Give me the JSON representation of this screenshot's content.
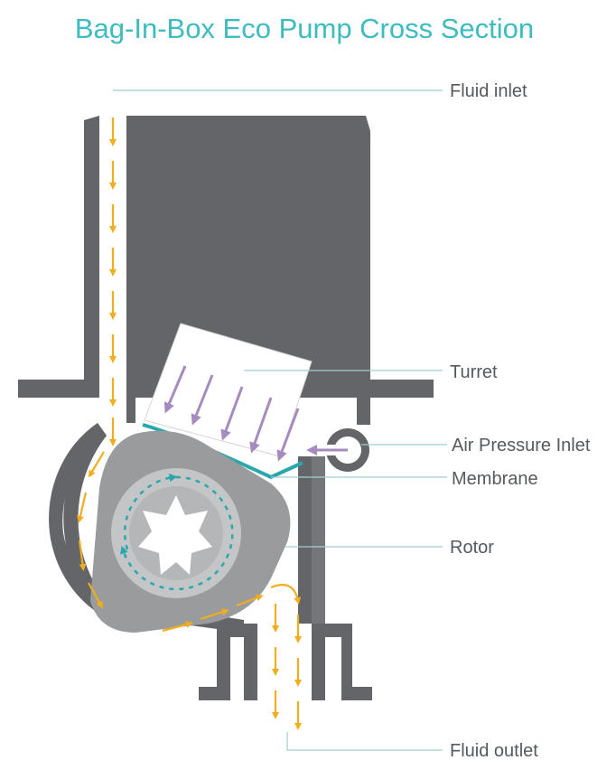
{
  "title": "Bag-In-Box Eco Pump Cross Section",
  "labels": {
    "fluid_inlet": "Fluid inlet",
    "turret": "Turret",
    "air_pressure_inlet": "Air Pressure Inlet",
    "membrane": "Membrane",
    "rotor": "Rotor",
    "fluid_outlet": "Fluid outlet"
  },
  "colors": {
    "title": "#3dbcc0",
    "housing": "#636569",
    "fluid_arrow": "#f0ad1e",
    "air_arrow": "#a68bbf",
    "membrane": "#2aa7ad",
    "rotor": "#9a9b9d",
    "rotor_ring": "#c4c5c6",
    "rotation_arrow": "#2aa7ad",
    "leader": "#9fcfd2"
  }
}
